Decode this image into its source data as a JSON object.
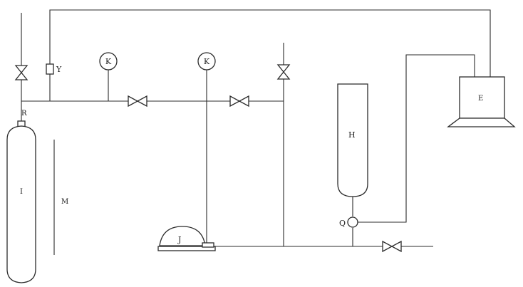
{
  "labels": {
    "valve_marker": "R",
    "cylinder": "I",
    "length_marker": "M",
    "sensor": "Y",
    "gauge_left": "K",
    "gauge_right": "K",
    "dome_vessel": "J",
    "column": "H",
    "junction": "Q",
    "controller": "E"
  },
  "colors": {
    "line": "#2b2b2b",
    "background": "#ffffff"
  }
}
